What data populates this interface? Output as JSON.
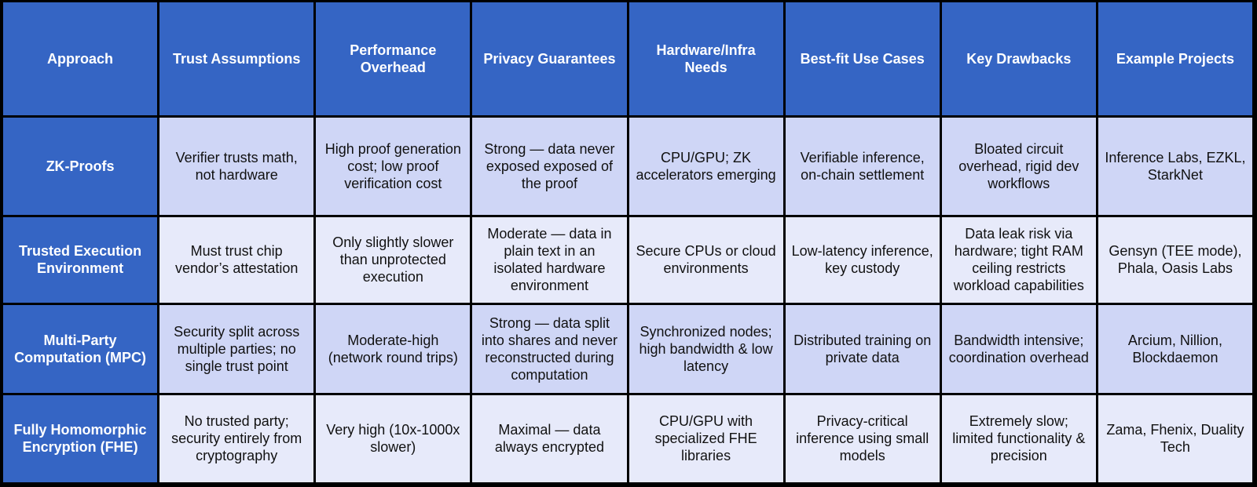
{
  "table": {
    "columns": [
      "Approach",
      "Trust Assumptions",
      "Performance Overhead",
      "Privacy Guarantees",
      "Hardware/Infra Needs",
      "Best-fit Use Cases",
      "Key Drawbacks",
      "Example Projects"
    ],
    "rows": [
      {
        "approach": "ZK-Proofs",
        "trust": "Verifier trusts math, not hardware",
        "performance": "High proof generation cost; low proof verification cost",
        "privacy": "Strong — data never exposed exposed of the proof",
        "hardware": "CPU/GPU; ZK accelerators emerging",
        "use_cases": "Verifiable inference, on-chain settlement",
        "drawbacks": "Bloated circuit overhead, rigid dev workflows",
        "projects": "Inference Labs, EZKL, StarkNet"
      },
      {
        "approach": "Trusted Execution Environment",
        "trust": "Must trust chip vendor’s attestation",
        "performance": "Only slightly slower than unprotected execution",
        "privacy": "Moderate — data in plain text in an isolated hardware environment",
        "hardware": "Secure CPUs or cloud environments",
        "use_cases": "Low-latency inference, key custody",
        "drawbacks": "Data leak risk via hardware; tight RAM ceiling restricts workload capabilities",
        "projects": "Gensyn (TEE mode), Phala, Oasis Labs"
      },
      {
        "approach": "Multi-Party Computation (MPC)",
        "trust": "Security split across multiple parties; no single trust point",
        "performance": "Moderate-high (network round trips)",
        "privacy": "Strong — data split into shares and never reconstructed during computation",
        "hardware": "Synchronized nodes; high bandwidth & low latency",
        "use_cases": "Distributed training on private data",
        "drawbacks": "Bandwidth intensive; coordination overhead",
        "projects": "Arcium, Nillion, Blockdaemon"
      },
      {
        "approach": "Fully Homomorphic Encryption (FHE)",
        "trust": "No trusted party; security entirely from cryptography",
        "performance": "Very high (10x-1000x slower)",
        "privacy": "Maximal — data always encrypted",
        "hardware": "CPU/GPU with specialized FHE libraries",
        "use_cases": "Privacy-critical inference using small models",
        "drawbacks": "Extremely slow; limited functionality & precision",
        "projects": "Zama, Fhenix, Duality Tech"
      }
    ]
  },
  "colors": {
    "header_bg": "#3565c4",
    "row_bg_dark": "#cfd6f6",
    "row_bg_light": "#e7eafa",
    "grid_lines": "#000000"
  }
}
